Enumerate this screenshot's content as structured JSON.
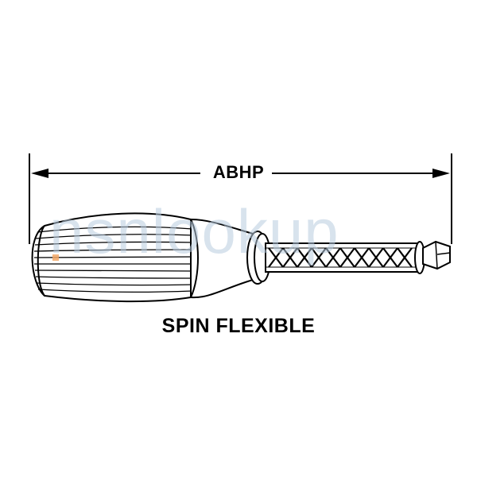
{
  "dimension": {
    "label": "ABHP"
  },
  "caption": "SPIN FLEXIBLE",
  "watermark": {
    "text": "nsnlookup",
    "color": "#b9cde0",
    "dot_color": "#f2a766"
  },
  "line_color": "#000000"
}
